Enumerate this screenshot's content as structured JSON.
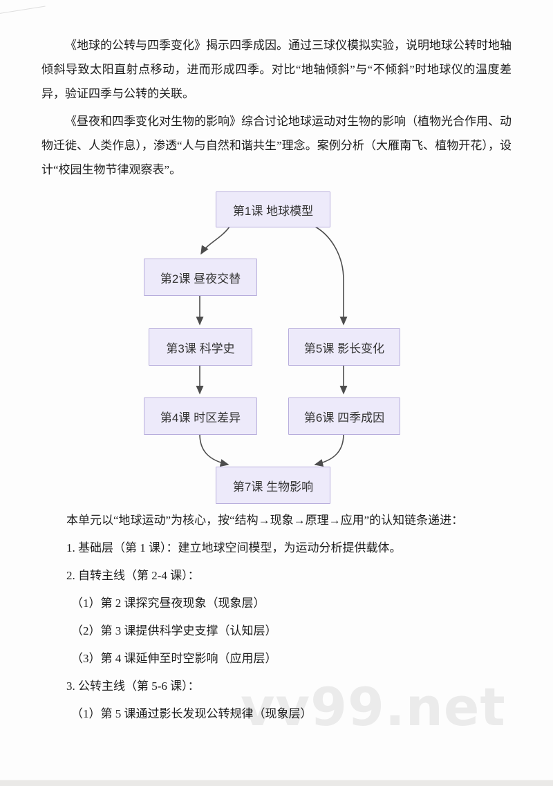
{
  "doc": {
    "paragraphs": [
      "《地球的公转与四季变化》揭示四季成因。通过三球仪模拟实验，说明地球公转时地轴倾斜导致太阳直射点移动，进而形成四季。对比“地轴倾斜”与“不倾斜”时地球仪的温度差异，验证四季与公转的关联。",
      "《昼夜和四季变化对生物的影响》综合讨论地球运动对生物的影响（植物光合作用、动物迁徙、人类作息），渗透“人与自然和谐共生”理念。案例分析（大雁南飞、植物开花），设计“校园生物节律观察表”。"
    ]
  },
  "flowchart": {
    "nodes": [
      {
        "id": "lesson1",
        "label": "第1课 地球模型"
      },
      {
        "id": "lesson2",
        "label": "第2课 昼夜交替"
      },
      {
        "id": "lesson3",
        "label": "第3课 科学史"
      },
      {
        "id": "lesson5",
        "label": "第5课 影长变化"
      },
      {
        "id": "lesson4",
        "label": "第4课 时区差异"
      },
      {
        "id": "lesson6",
        "label": "第6课 四季成因"
      },
      {
        "id": "lesson7",
        "label": "第7课 生物影响"
      }
    ],
    "edges": [
      [
        "lesson1",
        "lesson2"
      ],
      [
        "lesson1",
        "lesson5"
      ],
      [
        "lesson2",
        "lesson3"
      ],
      [
        "lesson3",
        "lesson4"
      ],
      [
        "lesson5",
        "lesson6"
      ],
      [
        "lesson4",
        "lesson7"
      ],
      [
        "lesson6",
        "lesson7"
      ]
    ],
    "colors": {
      "node_fill": "#edeafa",
      "node_border": "#b7addc",
      "arrow": "#4d4d4d"
    }
  },
  "outline": {
    "lines": [
      "本单元以“地球运动”为核心，按“结构→现象→原理→应用”的认知链条递进：",
      "1. 基础层（第 1 课）：建立地球空间模型，为运动分析提供载体。",
      "2. 自转主线（第 2-4 课）：",
      "（1）第 2 课探究昼夜现象（现象层）",
      "（2）第 3 课提供科学史支撑（认知层）",
      "（3）第 4 课延伸至时空影响（应用层）",
      "3. 公转主线（第 5-6 课）：",
      "（1）第 5 课通过影长发现公转规律（现象层）"
    ]
  },
  "watermark": {
    "text": "vv99.net",
    "color": "#ebebeb"
  }
}
